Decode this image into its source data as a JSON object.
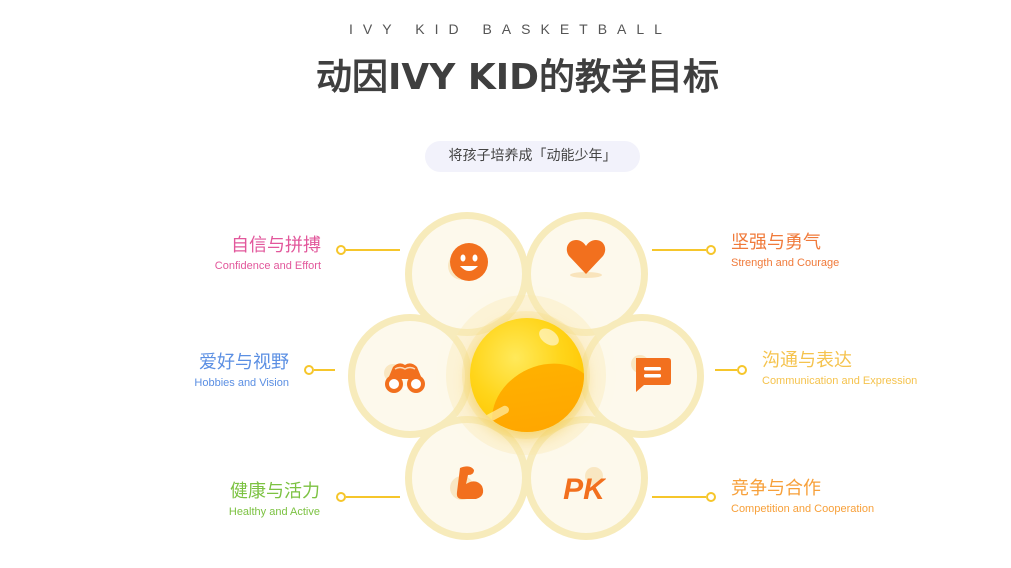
{
  "header": {
    "eyebrow": "IVY KID BASKETBALL",
    "title": "动因IVY KID的教学目标",
    "subtitle": "将孩子培养成「动能少年」"
  },
  "center": {
    "icon": "basketball-ball-icon",
    "color": "#ffcc00"
  },
  "goals": [
    {
      "zh": "自信与拼搏",
      "en": "Confidence and Effort",
      "icon": "smiley-face-icon",
      "color": "#e2579b",
      "side": "left",
      "position": "top-left"
    },
    {
      "zh": "坚强与勇气",
      "en": "Strength and Courage",
      "icon": "heart-icon",
      "color": "#f07a3a",
      "side": "right",
      "position": "top-right"
    },
    {
      "zh": "爱好与视野",
      "en": "Hobbies and Vision",
      "icon": "binoculars-icon",
      "color": "#5b8fe3",
      "side": "left",
      "position": "middle-left"
    },
    {
      "zh": "沟通与表达",
      "en": "Communication and Expression",
      "icon": "chat-bubble-icon",
      "color": "#f5c34e",
      "side": "right",
      "position": "middle-right"
    },
    {
      "zh": "健康与活力",
      "en": "Healthy and Active",
      "icon": "muscle-arm-icon",
      "color": "#7cc242",
      "side": "left",
      "position": "bottom-left"
    },
    {
      "zh": "竞争与合作",
      "en": "Competition and Cooperation",
      "icon": "pk-versus-icon",
      "color": "#f7a03a",
      "side": "right",
      "position": "bottom-right"
    }
  ],
  "colors": {
    "icon": "#f2701e",
    "connector": "#f6c62b",
    "petal_fill": "#fdf9ea",
    "petal_ring": "#f7ebbb"
  }
}
